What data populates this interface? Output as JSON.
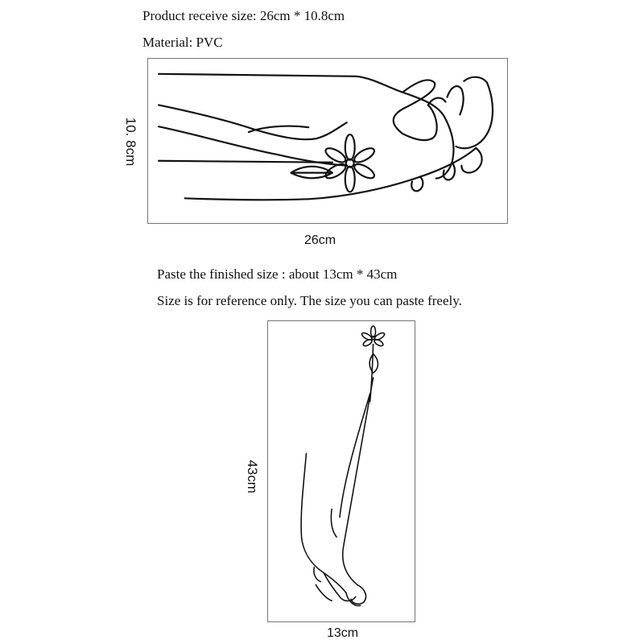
{
  "receive_size_text": "Product receive size: 26cm * 10.8cm",
  "material_text": "Material: PVC",
  "receive_height_label": "10. 8cm",
  "receive_width_label": "26cm",
  "paste_size_text": "Paste the finished size : about 13cm * 43cm",
  "reference_text": "Size is for reference only. The size you can paste freely.",
  "paste_height_label": "43cm",
  "paste_width_label": "13cm",
  "colors": {
    "line": "#111111",
    "frame": "#777777",
    "background": "#ffffff"
  }
}
